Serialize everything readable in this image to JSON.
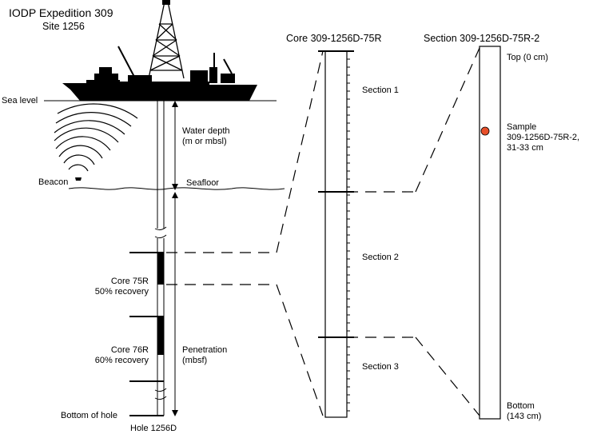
{
  "header": {
    "title": "IODP Expedition 309",
    "subtitle": "Site 1256"
  },
  "left_panel": {
    "sea_level": "Sea level",
    "water_depth_line1": "Water depth",
    "water_depth_line2": "(m or mbsl)",
    "beacon": "Beacon",
    "seafloor": "Seafloor",
    "core_75r_line1": "Core 75R",
    "core_75r_line2": "50% recovery",
    "core_76r_line1": "Core 76R",
    "core_76r_line2": "60% recovery",
    "penetration_line1": "Penetration",
    "penetration_line2": "(mbsf)",
    "bottom_of_hole": "Bottom of hole",
    "hole_name": "Hole 1256D"
  },
  "core_panel": {
    "title": "Core 309-1256D-75R",
    "sections": [
      "Section 1",
      "Section 2",
      "Section 3"
    ]
  },
  "section_panel": {
    "title": "Section 309-1256D-75R-2",
    "top": "Top (0 cm)",
    "sample_line1": "Sample",
    "sample_line2": "309-1256D-75R-2,",
    "sample_line3": "31-33 cm",
    "bottom_line1": "Bottom",
    "bottom_line2": "(143 cm)",
    "sample_color": "#e8502a"
  }
}
